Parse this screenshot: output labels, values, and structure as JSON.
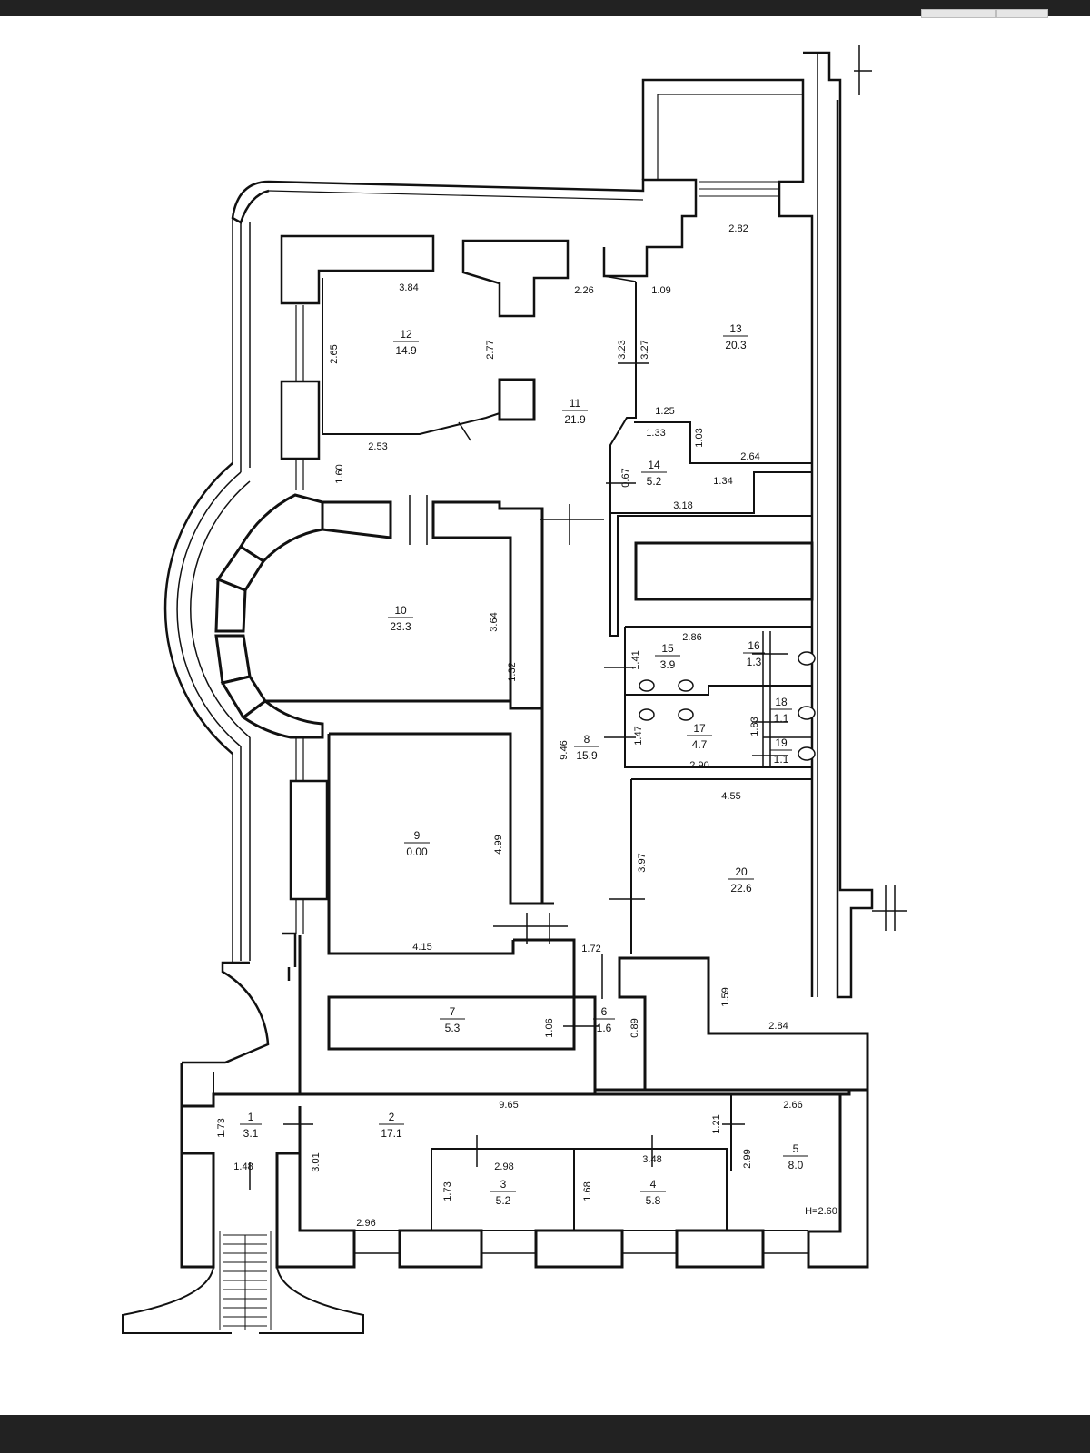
{
  "colors": {
    "line": "#111111",
    "wall_fill": "#ffffff",
    "bar": "#222222",
    "background": "#ffffff"
  },
  "toolbar": {
    "buttons": [
      "",
      ""
    ]
  },
  "rooms": [
    {
      "id": "room-1",
      "number": "1",
      "area": "3.1"
    },
    {
      "id": "room-2",
      "number": "2",
      "area": "17.1"
    },
    {
      "id": "room-3",
      "number": "3",
      "area": "5.2"
    },
    {
      "id": "room-4",
      "number": "4",
      "area": "5.8"
    },
    {
      "id": "room-5",
      "number": "5",
      "area": "8.0"
    },
    {
      "id": "room-6",
      "number": "6",
      "area": "1.6"
    },
    {
      "id": "room-7",
      "number": "7",
      "area": "5.3"
    },
    {
      "id": "room-8",
      "number": "8",
      "area": "15.9"
    },
    {
      "id": "room-9",
      "number": "9",
      "area": "0.00"
    },
    {
      "id": "room-10",
      "number": "10",
      "area": "23.3"
    },
    {
      "id": "room-11",
      "number": "11",
      "area": "21.9"
    },
    {
      "id": "room-12",
      "number": "12",
      "area": "14.9"
    },
    {
      "id": "room-13",
      "number": "13",
      "area": "20.3"
    },
    {
      "id": "room-14",
      "number": "14",
      "area": "5.2"
    },
    {
      "id": "room-15",
      "number": "15",
      "area": "3.9"
    },
    {
      "id": "room-16",
      "number": "16",
      "area": "1.3"
    },
    {
      "id": "room-17",
      "number": "17",
      "area": "4.7"
    },
    {
      "id": "room-18",
      "number": "18",
      "area": "1.1"
    },
    {
      "id": "room-19",
      "number": "19",
      "area": "1.1"
    },
    {
      "id": "room-20",
      "number": "20",
      "area": "22.6"
    }
  ],
  "dimensions": [
    "2.82",
    "3.84",
    "2.26",
    "1.09",
    "2.65",
    "2.77",
    "3.23",
    "3.27",
    "2.53",
    "1.25",
    "1.33",
    "1.03",
    "1.60",
    "2.64",
    "1.34",
    "0.67",
    "3.18",
    "3.64",
    "1.32",
    "2.86",
    "1.41",
    "9.46",
    "1.47",
    "1.83",
    "2.90",
    "4.55",
    "4.99",
    "3.97",
    "4.15",
    "1.72",
    "1.59",
    "2.84",
    "1.06",
    "0.89",
    "9.65",
    "2.66",
    "1.73",
    "1.21",
    "3.01",
    "1.48",
    "2.98",
    "3.48",
    "2.99",
    "1.73",
    "1.68",
    "2.96"
  ],
  "height_note": "H=2.60"
}
